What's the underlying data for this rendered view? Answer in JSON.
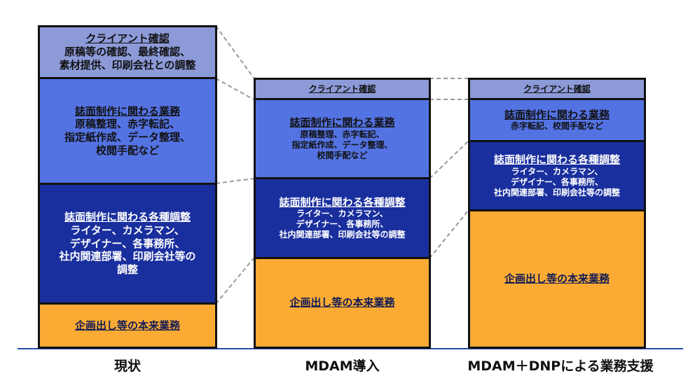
{
  "columns": [
    {
      "label": "現状",
      "segments": [
        {
          "title": "クライアント確認",
          "lines": [
            "原稿等の確認、最終確認、",
            "素材提供、印刷会社との調整"
          ]
        },
        {
          "title": "誌面制作に関わる業務",
          "lines": [
            "原稿整理、赤字転記、",
            "指定紙作成、データ整理、",
            "校閲手配など"
          ]
        },
        {
          "title": "誌面制作に関わる各種調整",
          "lines": [
            "ライター、カメラマン、",
            "デザイナー、各事務所、",
            "社内関連部署、印刷会社等の",
            "調整"
          ]
        },
        {
          "title": "企画出し等の本来業務"
        }
      ]
    },
    {
      "label": "MDAM導入",
      "segments": [
        {
          "title": "クライアント確認"
        },
        {
          "title": "誌面制作に関わる業務",
          "lines": [
            "原稿整理、赤字転記、",
            "指定紙作成、データ整理、",
            "校閲手配など"
          ]
        },
        {
          "title": "誌面制作に関わる各種調整",
          "lines": [
            "ライター、カメラマン、",
            "デザイナー、各事務所、",
            "社内関連部署、印刷会社等の調整"
          ]
        },
        {
          "title": "企画出し等の本来業務"
        }
      ]
    },
    {
      "label": "MDAM＋DNPによる業務支援",
      "segments": [
        {
          "title": "クライアント確認"
        },
        {
          "title": "誌面制作に関わる業務",
          "lines": [
            "赤字転記、校閲手配など"
          ]
        },
        {
          "title": "誌面制作に関わる各種調整",
          "lines": [
            "ライター、カメラマン、",
            "デザイナー、各事務所、",
            "社内関連部署、印刷会社等の調整"
          ]
        },
        {
          "title": "企画出し等の本来業務"
        }
      ]
    }
  ]
}
